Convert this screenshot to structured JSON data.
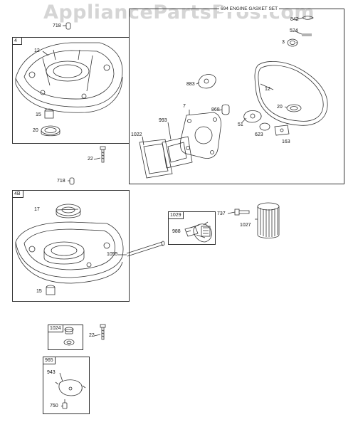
{
  "watermark": "AppliancePartsPros.com",
  "kit": {
    "title": "ENGINE GASKET SET"
  },
  "sections": {
    "sump_4": "4",
    "sump_4b": "4B",
    "breather_1024": "1024",
    "cover_965": "965",
    "valve_1029": "1029",
    "kit_tag": "694"
  },
  "parts": {
    "p718a": "718",
    "p12a": "12",
    "p15a": "15",
    "p20a": "20",
    "p22a": "22",
    "p718b": "718",
    "p17": "17",
    "p15b": "15",
    "p1055": "1055",
    "p22b": "22",
    "p943": "943",
    "p750": "750",
    "p842": "842",
    "p524": "524",
    "p3": "3",
    "p883": "883",
    "p12b": "12",
    "p7": "7",
    "p993": "993",
    "p868": "868",
    "p51": "51",
    "p623": "623",
    "p20b": "20",
    "p163": "163",
    "p1022": "1022",
    "p988": "988",
    "p737": "737",
    "p1027": "1027"
  }
}
